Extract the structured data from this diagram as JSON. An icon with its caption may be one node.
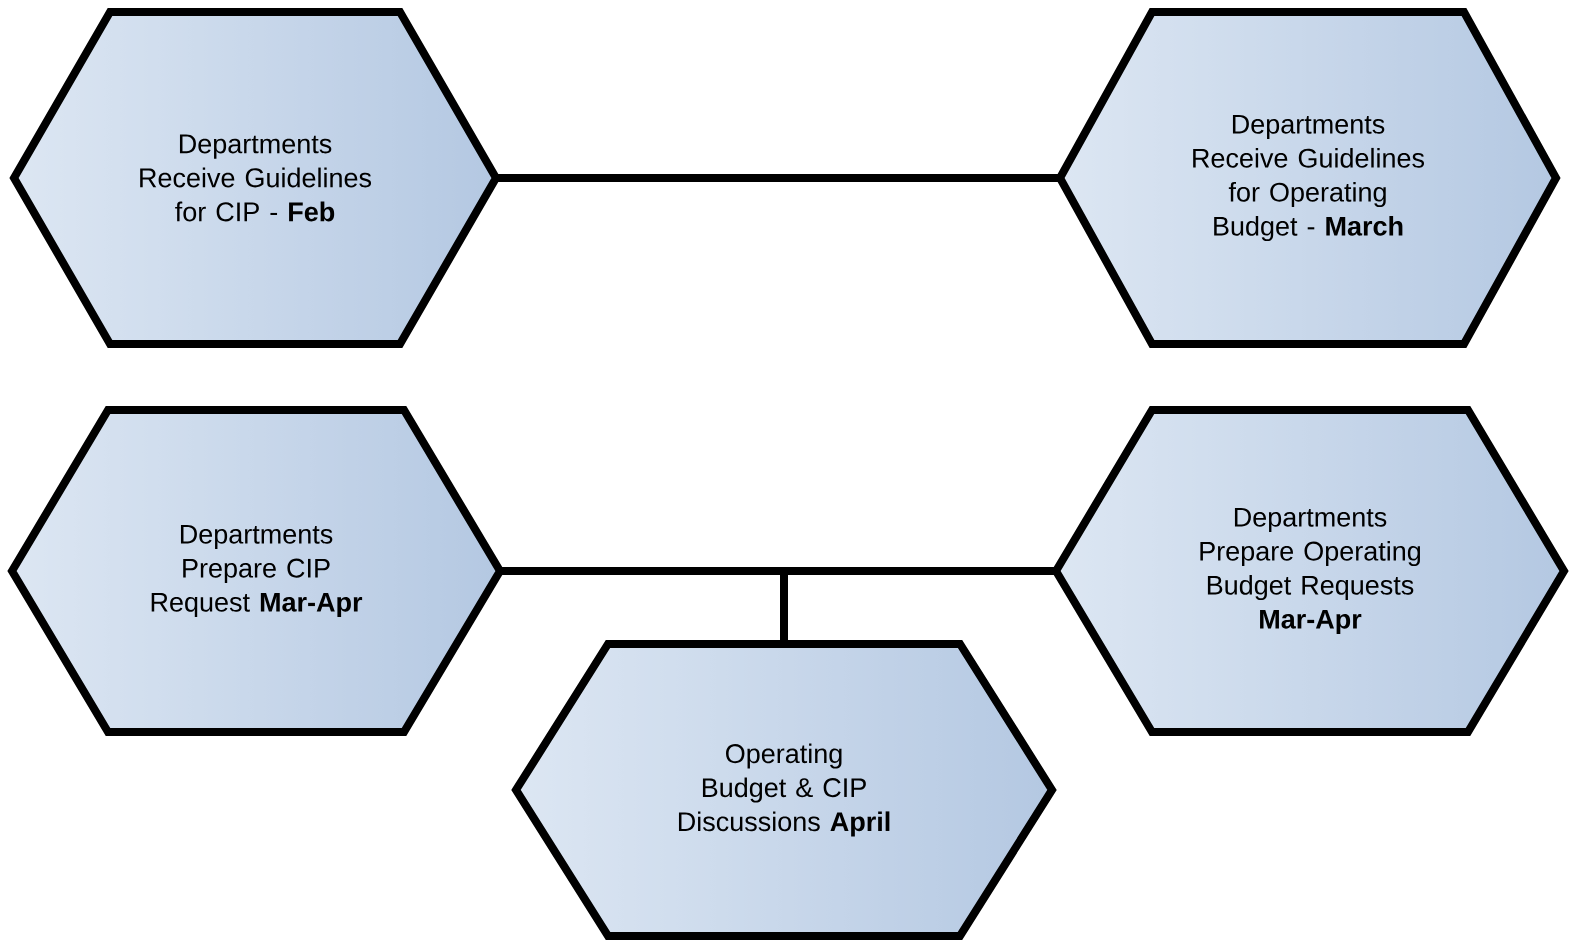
{
  "diagram": {
    "nodes": [
      {
        "text": [
          "Departments Receive Guidelines for CIP - **Feb**"
        ]
      },
      {
        "text": [
          "Departments Receive Guidelines for Operating Budget - **March**"
        ]
      },
      {
        "text": [
          "Departments Prepare  CIP Request **Mar-Apr**"
        ]
      },
      {
        "text": [
          "Departments Prepare Operating Budget Requests **Mar-Apr**"
        ]
      },
      {
        "text": [
          "Operating Budget & CIP Discussions **April**"
        ]
      }
    ],
    "edges": [
      {
        "from": 0,
        "to": 1,
        "arrow": "none"
      },
      {
        "from": 2,
        "to": 4,
        "arrow": "none"
      },
      {
        "from": 3,
        "to": 4,
        "arrow": "none"
      }
    ]
  }
}
